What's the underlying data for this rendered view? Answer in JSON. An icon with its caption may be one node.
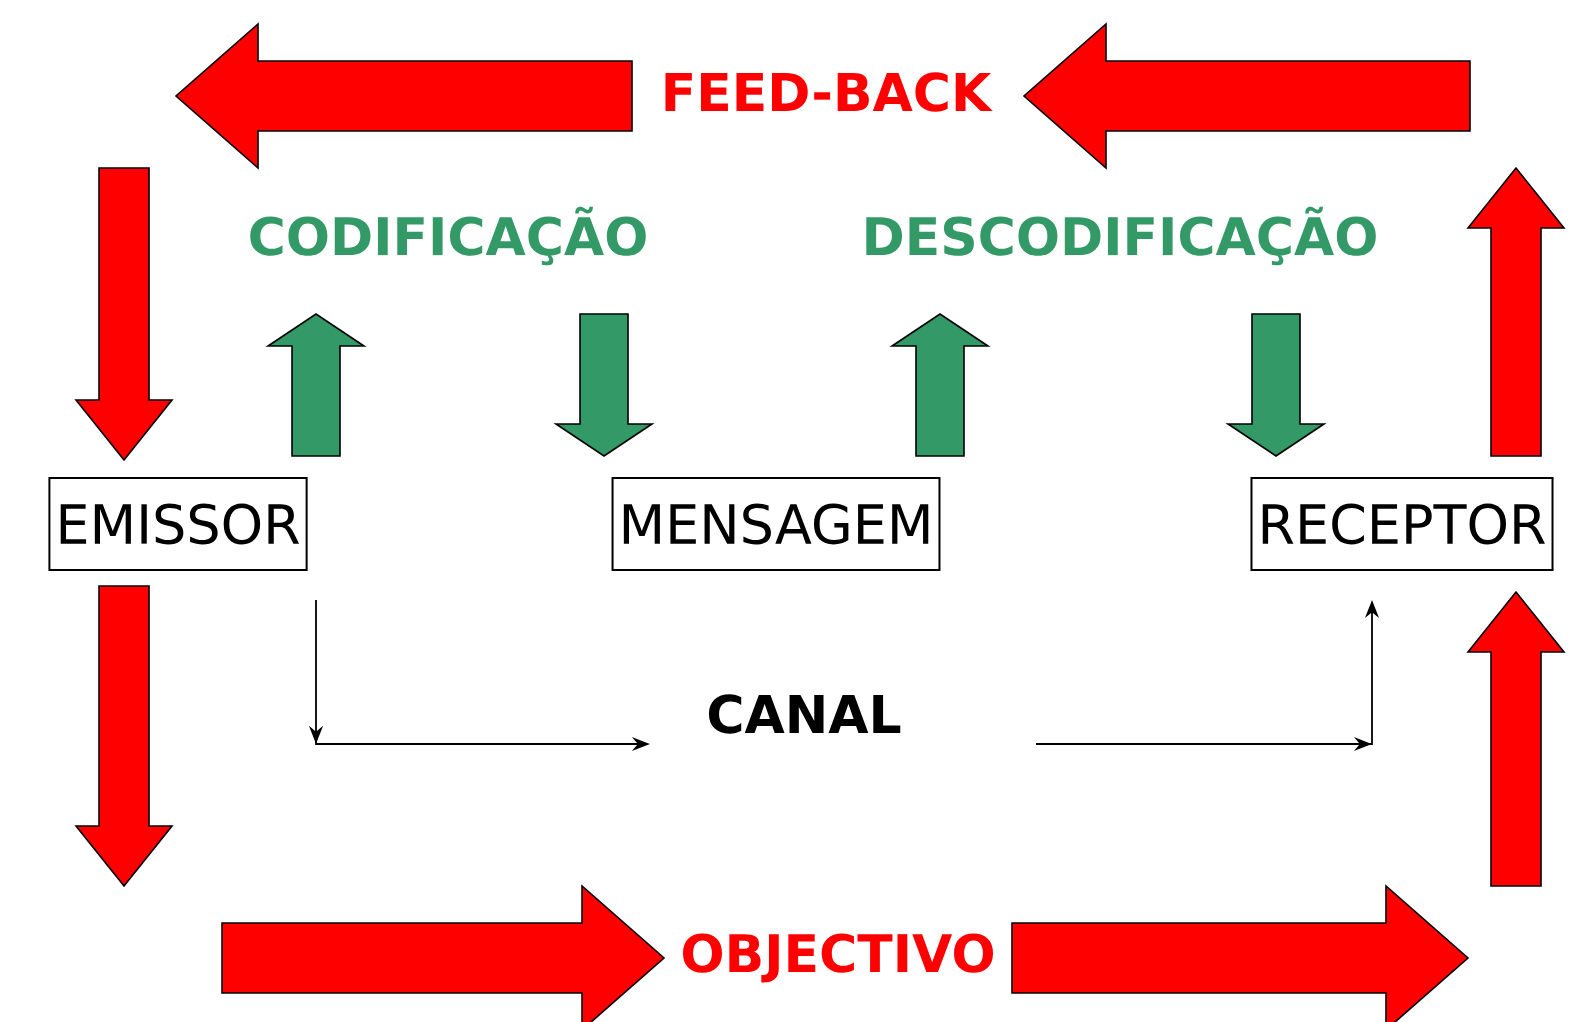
{
  "diagram": {
    "nodes": [
      {
        "text": [
          "FEED-BACK"
        ]
      },
      {
        "text": [
          "CODIFICAÇÃO"
        ]
      },
      {
        "text": [
          "DESCODIFICAÇÃO"
        ]
      },
      {
        "text": [
          "EMISSOR"
        ]
      },
      {
        "text": [
          "MENSAGEM"
        ]
      },
      {
        "text": [
          "RECEPTOR"
        ]
      },
      {
        "text": [
          "CANAL"
        ]
      },
      {
        "text": [
          "OBJECTIVO"
        ]
      }
    ],
    "edges": [
      {
        "from": 5,
        "to": null,
        "arrow": "to",
        "style": "thick"
      },
      {
        "from": null,
        "to": 0,
        "arrow": "to",
        "style": "thick"
      },
      {
        "from": 0,
        "to": null,
        "arrow": "to",
        "style": "thick"
      },
      {
        "from": null,
        "to": 3,
        "arrow": "to",
        "style": "thick"
      },
      {
        "from": 3,
        "to": 1,
        "arrow": "to",
        "style": "thick",
        "color": "#339966"
      },
      {
        "from": 1,
        "to": 4,
        "arrow": "to",
        "style": "thick",
        "color": "#339966"
      },
      {
        "from": 4,
        "to": 2,
        "arrow": "to",
        "style": "thick",
        "color": "#339966"
      },
      {
        "from": 2,
        "to": 5,
        "arrow": "to",
        "style": "thick",
        "color": "#339966"
      },
      {
        "from": 3,
        "to": 6,
        "arrow": "to",
        "color": "#000000"
      },
      {
        "from": 6,
        "to": 5,
        "arrow": "to",
        "color": "#000000"
      },
      {
        "from": 3,
        "to": null,
        "arrow": "to",
        "style": "thick"
      },
      {
        "from": null,
        "to": 7,
        "arrow": "to",
        "style": "thick"
      },
      {
        "from": 7,
        "to": null,
        "arrow": "to",
        "style": "thick"
      },
      {
        "from": null,
        "to": 5,
        "arrow": "to",
        "style": "thick"
      }
    ]
  }
}
